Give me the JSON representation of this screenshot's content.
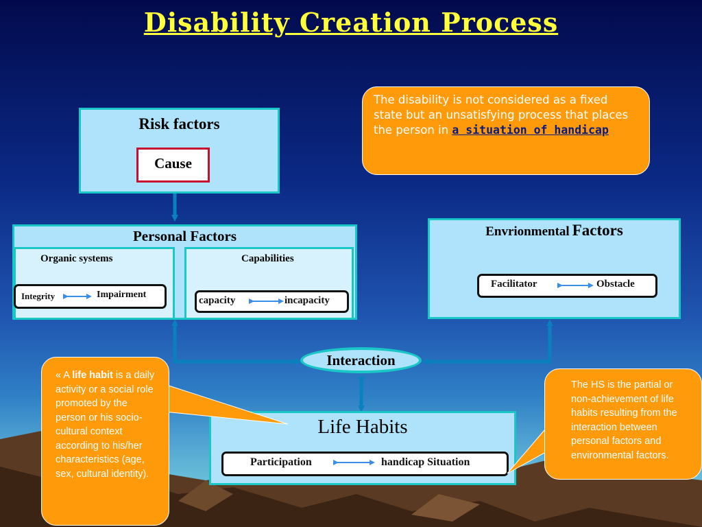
{
  "title": "Disability Creation Process",
  "risk": {
    "heading": "Risk factors",
    "cause": "Cause"
  },
  "personal": {
    "heading": "Personal Factors",
    "organic": {
      "heading": "Organic systems",
      "left": "Integrity",
      "right": "Impairment"
    },
    "capabilities": {
      "heading": "Capabilities",
      "left": "capacity",
      "right": "incapacity"
    }
  },
  "environmental": {
    "heading_part1": "Envrionmental",
    "heading_part2": "Factors",
    "left": "Facilitator",
    "right": "Obstacle"
  },
  "interaction": "Interaction",
  "life": {
    "heading": "Life Habits",
    "left": "Participation",
    "right": "handicap Situation"
  },
  "top_callout": {
    "text": "The disability is not considered as a fixed state but an unsatisfying process that places the person in",
    "link": "a situation of handicap"
  },
  "left_callout": {
    "prefix": "« A",
    "bold": "life habit",
    "suffix": "is a daily activity or a social role promoted by the person or his socio-cultural context according to his/her characteristics (age, sex, cultural identity)."
  },
  "right_callout": {
    "text": "The HS is the partial or non-achievement of life habits resulting from the interaction between personal factors and environmental factors."
  },
  "colors": {
    "title": "#ffff3a",
    "box": "#aee3fb",
    "border": "#19c7c7",
    "arrow": "#0a80bf",
    "callout": "#ff9a0a",
    "cause_border": "#c8102e"
  }
}
